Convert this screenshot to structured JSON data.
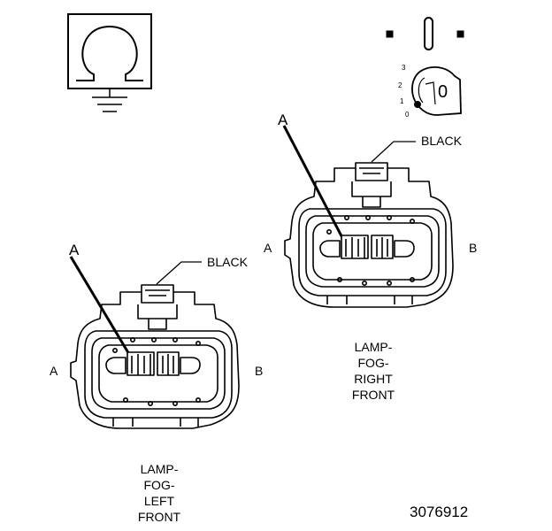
{
  "left_connector": {
    "color_label": "BLACK",
    "pin_pointer": "A",
    "side_a": "A",
    "side_b": "B",
    "caption": [
      "LAMP-",
      "FOG-",
      "LEFT",
      "FRONT"
    ]
  },
  "right_connector": {
    "color_label": "BLACK",
    "pin_pointer": "A",
    "side_a": "A",
    "side_b": "B",
    "caption": [
      "LAMP-",
      "FOG-",
      "RIGHT",
      "FRONT"
    ]
  },
  "ignition_switch": {
    "positions": [
      "3",
      "2",
      "1",
      "0"
    ],
    "key_label": "0"
  },
  "figure_number": "3076912"
}
